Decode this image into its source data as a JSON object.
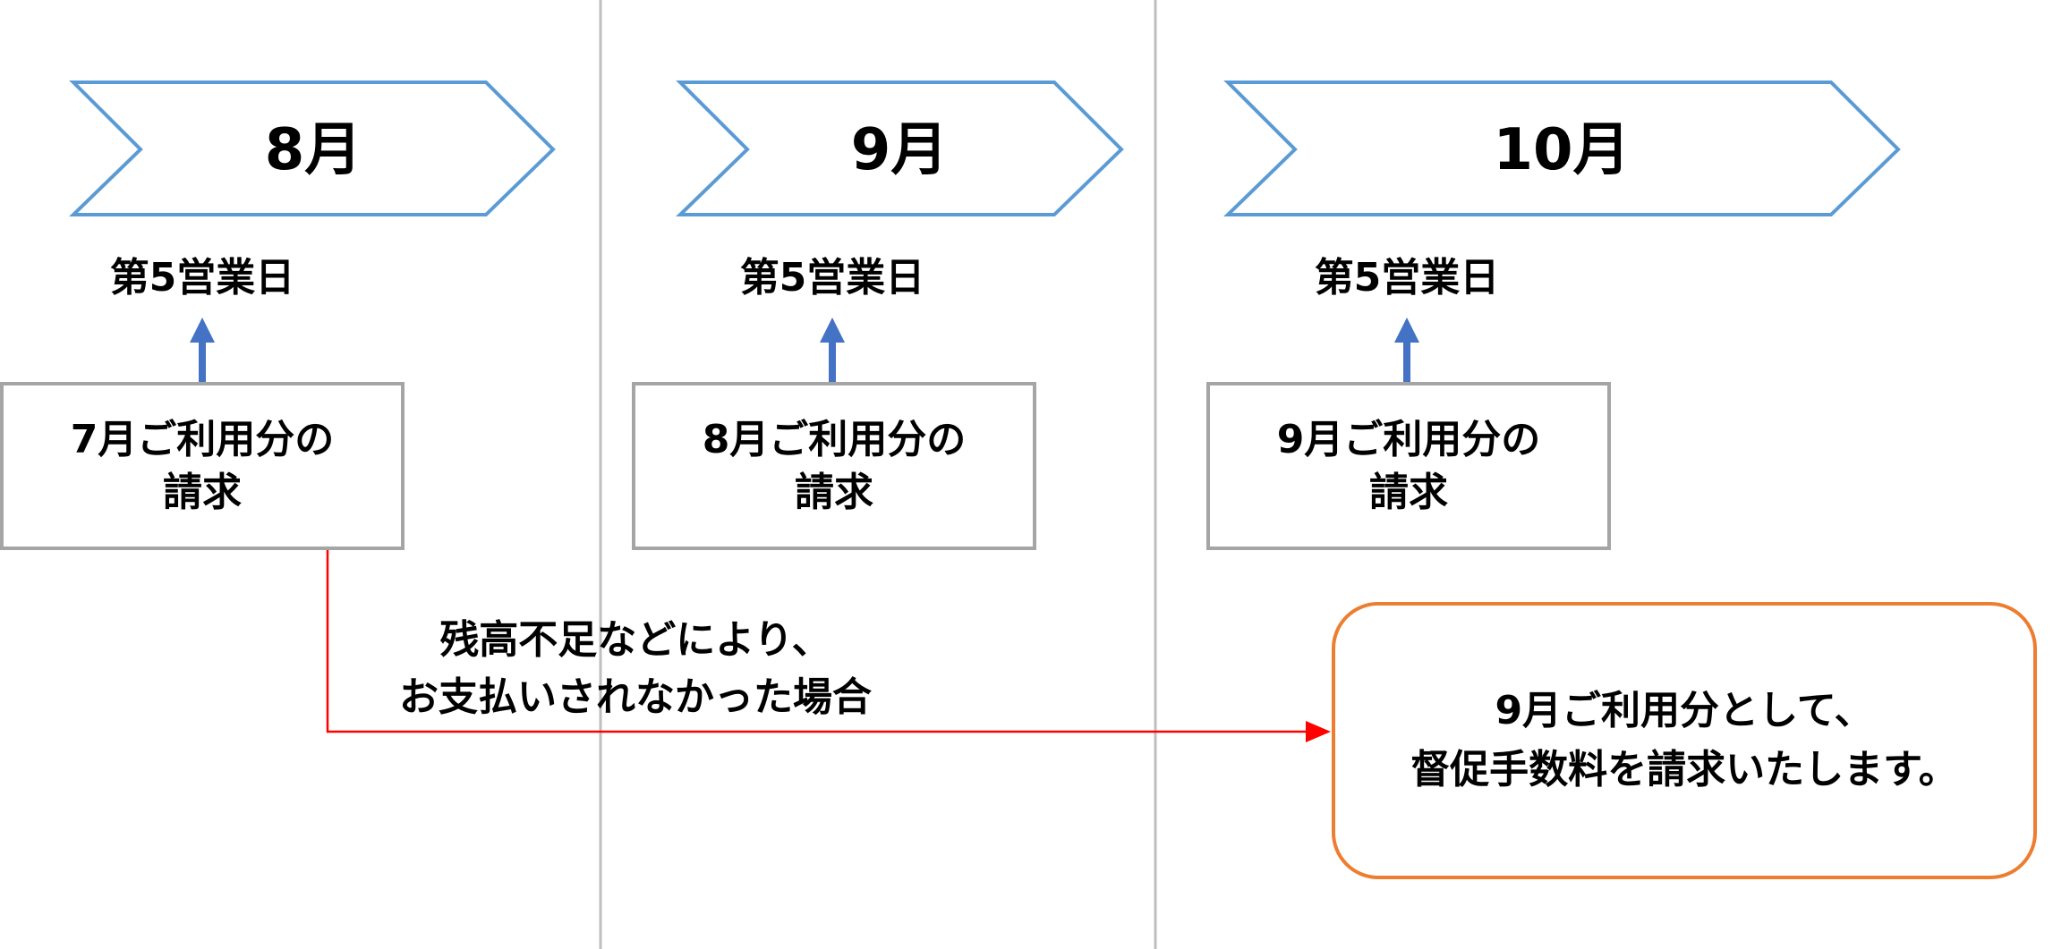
{
  "columns": [
    {
      "month": "8月",
      "business_day": "第5営業日",
      "billing": [
        "7月ご利用分の",
        "請求"
      ]
    },
    {
      "month": "9月",
      "business_day": "第5営業日",
      "billing": [
        "8月ご利用分の",
        "請求"
      ]
    },
    {
      "month": "10月",
      "business_day": "第5営業日",
      "billing": [
        "9月ご利用分の",
        "請求"
      ]
    }
  ],
  "condition_note": [
    "残高不足などにより、",
    "お支払いされなかった場合"
  ],
  "result_box": [
    "9月ご利用分として、",
    "督促手数料を請求いたします。"
  ],
  "colors": {
    "chevron_stroke": "#5b9bd5",
    "up_arrow": "#4472c4",
    "box_border": "#a5a5a5",
    "divider": "#bfbfbf",
    "flow_line": "#ff0000",
    "result_border": "#ed7d31"
  }
}
